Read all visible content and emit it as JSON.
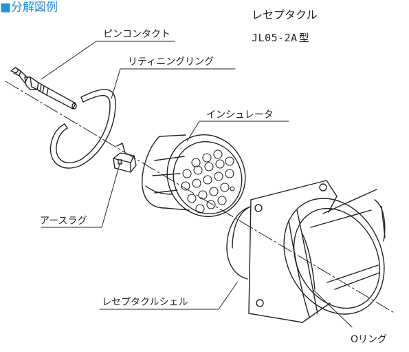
{
  "heading": "■分解図例",
  "product": {
    "name": "レセプタクル",
    "model": "JL05-2A",
    "model_suffix": "型"
  },
  "parts": {
    "pin_contact": "ピンコンタクト",
    "retaining_ring": "リティニングリング",
    "insulator": "インシュレータ",
    "earth_lug": "アースラグ",
    "shell": "レセプタクルシェル",
    "o_ring": "Oリング"
  },
  "colors": {
    "accent": "#2a8fd6",
    "line": "#222222"
  }
}
